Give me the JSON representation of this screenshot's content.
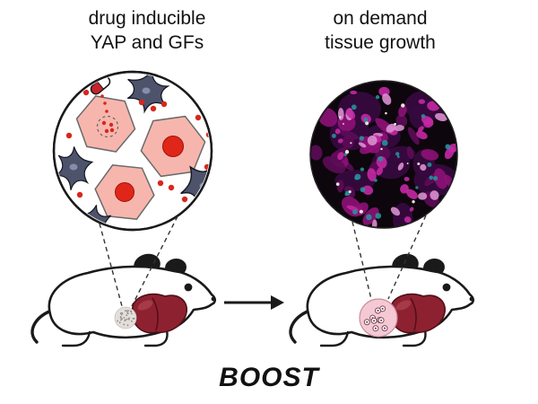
{
  "figure": {
    "left_label_line1": "drug inducible",
    "left_label_line2": "YAP and GFs",
    "right_label_line1": "on demand",
    "right_label_line2": "tissue growth",
    "caption": "BOOST"
  },
  "colors": {
    "outline": "#1a1a1a",
    "hex_fill": "#f7b6ad",
    "hex_stroke": "#6b6b6b",
    "nucleus": "#e02619",
    "nucleus_stroke": "#9c120c",
    "stellate": "#4c536b",
    "stellate_stroke": "#14161f",
    "stellate_nucleus": "#848dab",
    "dot_red": "#d9261c",
    "pill_red": "#c8232b",
    "liver": "#8e2130",
    "liver_dark": "#4f0f18",
    "liver_light": "#b8505e",
    "spot_gray": "#e3deda",
    "spot_speck": "#8f8a86",
    "spot_pink": "#f4c9d4",
    "spot_pink_stroke": "#c78c9c",
    "spot_cell": "#7c4656",
    "histo_bg": "#0d060d",
    "histo_dark": "#360a3e",
    "histo_m1": "#c428a4",
    "histo_m2": "#8e1277",
    "histo_m3": "#5c0c56",
    "histo_pink": "#d98fd0",
    "histo_teal": "#27909b",
    "histo_cream": "#e9e2d8"
  }
}
